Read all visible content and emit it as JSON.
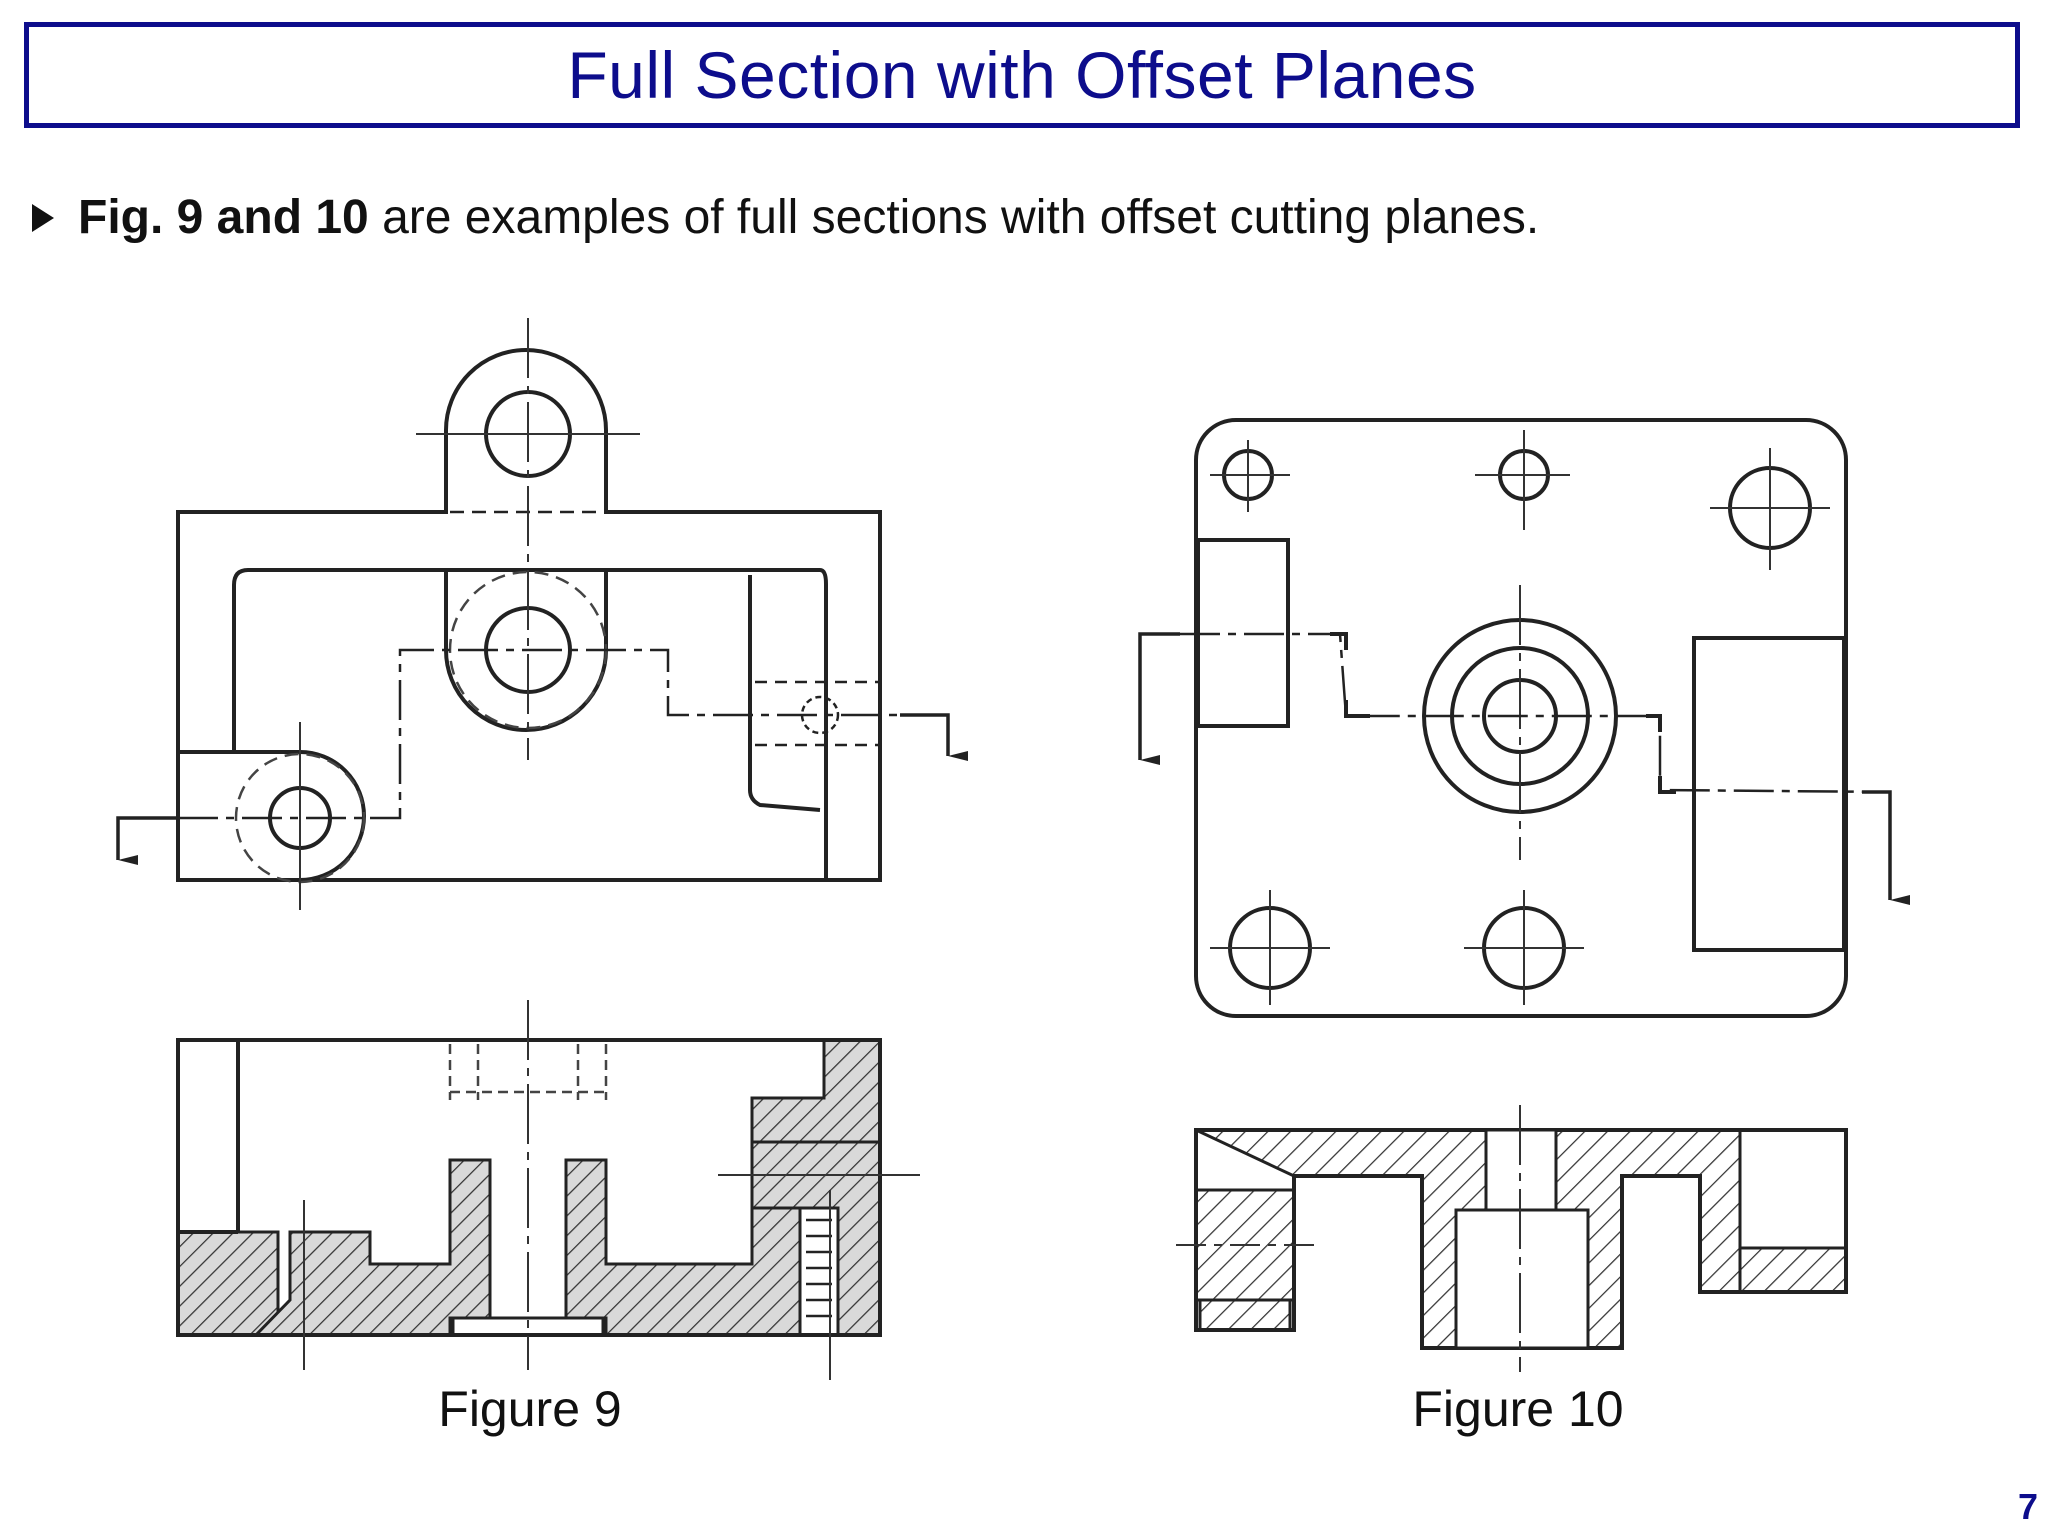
{
  "slide": {
    "title": "Full Section with Offset Planes",
    "bullet_bold": "Fig. 9 and 10",
    "bullet_rest": " are examples of full sections with offset cutting planes.",
    "figure9_caption": "Figure 9",
    "figure10_caption": "Figure 10",
    "page_number": "7",
    "colors": {
      "title": "#0d0d8c",
      "line": "#222222",
      "hatch_fill": "#d9d9d9"
    },
    "icons": {
      "bullet": "triangle-right-icon"
    }
  }
}
